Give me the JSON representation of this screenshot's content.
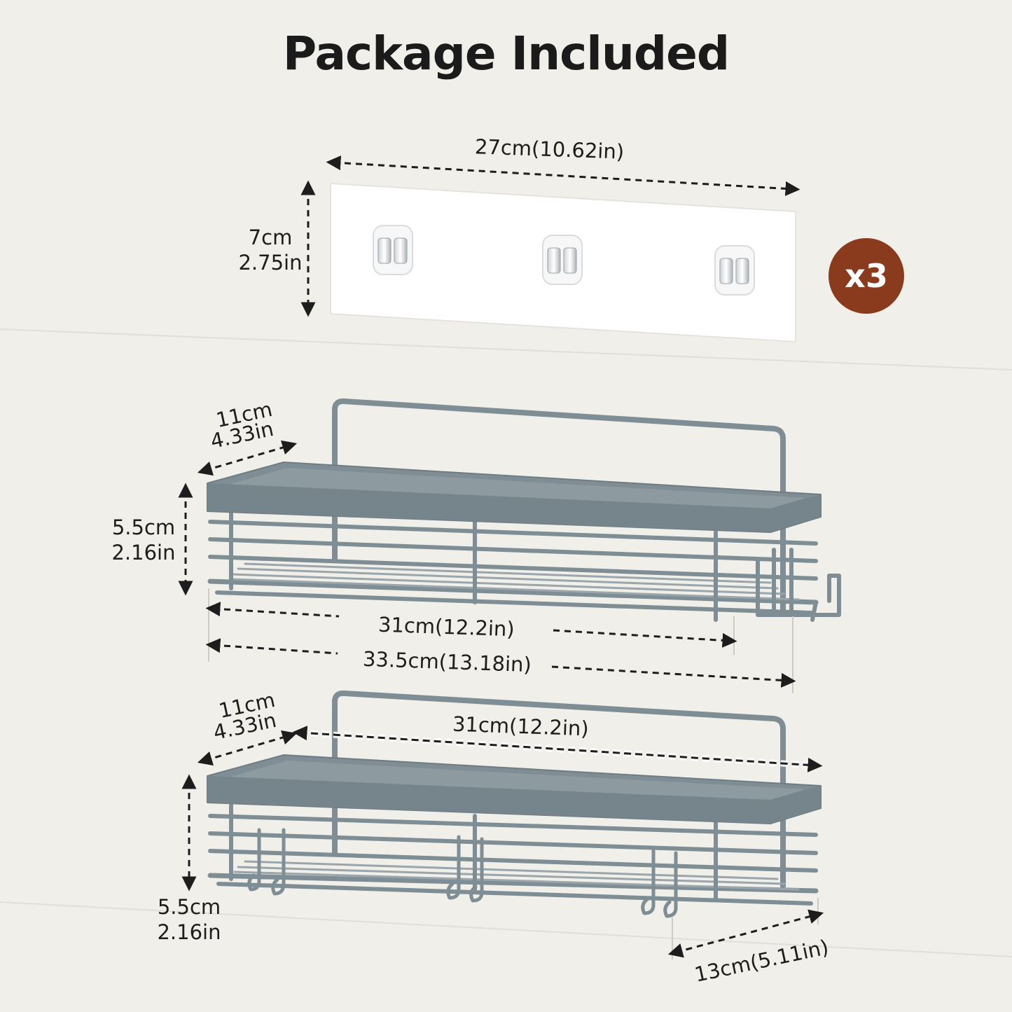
{
  "title": "Package Included",
  "adhesive_strip": {
    "width_label": "27cm(10.62in)",
    "height_label_cm": "7cm",
    "height_label_in": "2.75in",
    "quantity_badge": "x3"
  },
  "shelf_top": {
    "depth_label_cm": "11cm",
    "depth_label_in": "4.33in",
    "height_label_cm": "5.5cm",
    "height_label_in": "2.16in",
    "inner_width_label": "31cm(12.2in)",
    "outer_width_label": "33.5cm(13.18in)"
  },
  "shelf_bottom": {
    "depth_label_cm": "11cm",
    "depth_label_in": "4.33in",
    "width_label": "31cm(12.2in)",
    "height_label_cm": "5.5cm",
    "height_label_in": "2.16in",
    "hook_spacing_label": "13cm(5.11in)"
  },
  "colors": {
    "background": "#f1efea",
    "shelf_gray": "#7f8d94",
    "badge": "#8a3b1e"
  }
}
